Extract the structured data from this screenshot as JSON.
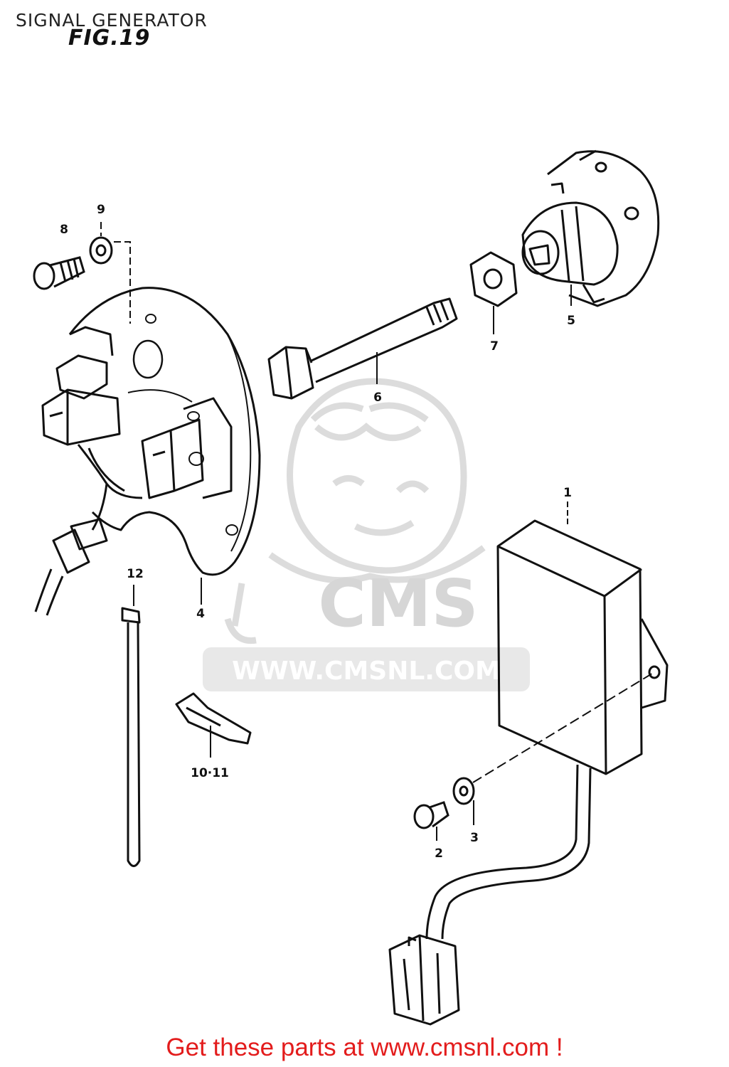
{
  "header": {
    "title": "SIGNAL GENERATOR",
    "figure": "FIG.19"
  },
  "watermark": {
    "brand": "CMS",
    "url": "WWW.CMSNL.COM"
  },
  "callouts": {
    "p1": "1",
    "p2": "2",
    "p3": "3",
    "p4": "4",
    "p5": "5",
    "p6": "6",
    "p7": "7",
    "p8": "8",
    "p9": "9",
    "p10_11": "10·11",
    "p12": "12"
  },
  "footer": {
    "link_text": "Get these parts at www.cmsnl.com !"
  },
  "colors": {
    "line": "#111111",
    "watermark": "#d6d6d6",
    "footer_link": "#e31c1c"
  }
}
